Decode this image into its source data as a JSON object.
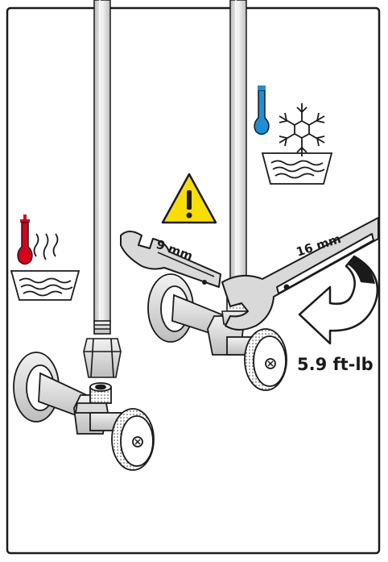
{
  "labels": {
    "small_wrench": "9 mm",
    "large_wrench": "16 mm",
    "torque": "5.9 ft-lb"
  },
  "icons": {
    "hot": "hot-water-thermometer-icon",
    "cold": "cold-water-thermometer-icon",
    "warning": "warning-triangle-icon",
    "rotation": "clockwise-arrow-icon"
  },
  "colors": {
    "hot_red": "#d6001c",
    "cold_blue": "#1e8fd6",
    "warning_yellow": "#f7dd00",
    "metal_grey": "#d9d9d9",
    "outline": "#1a1a1a"
  }
}
